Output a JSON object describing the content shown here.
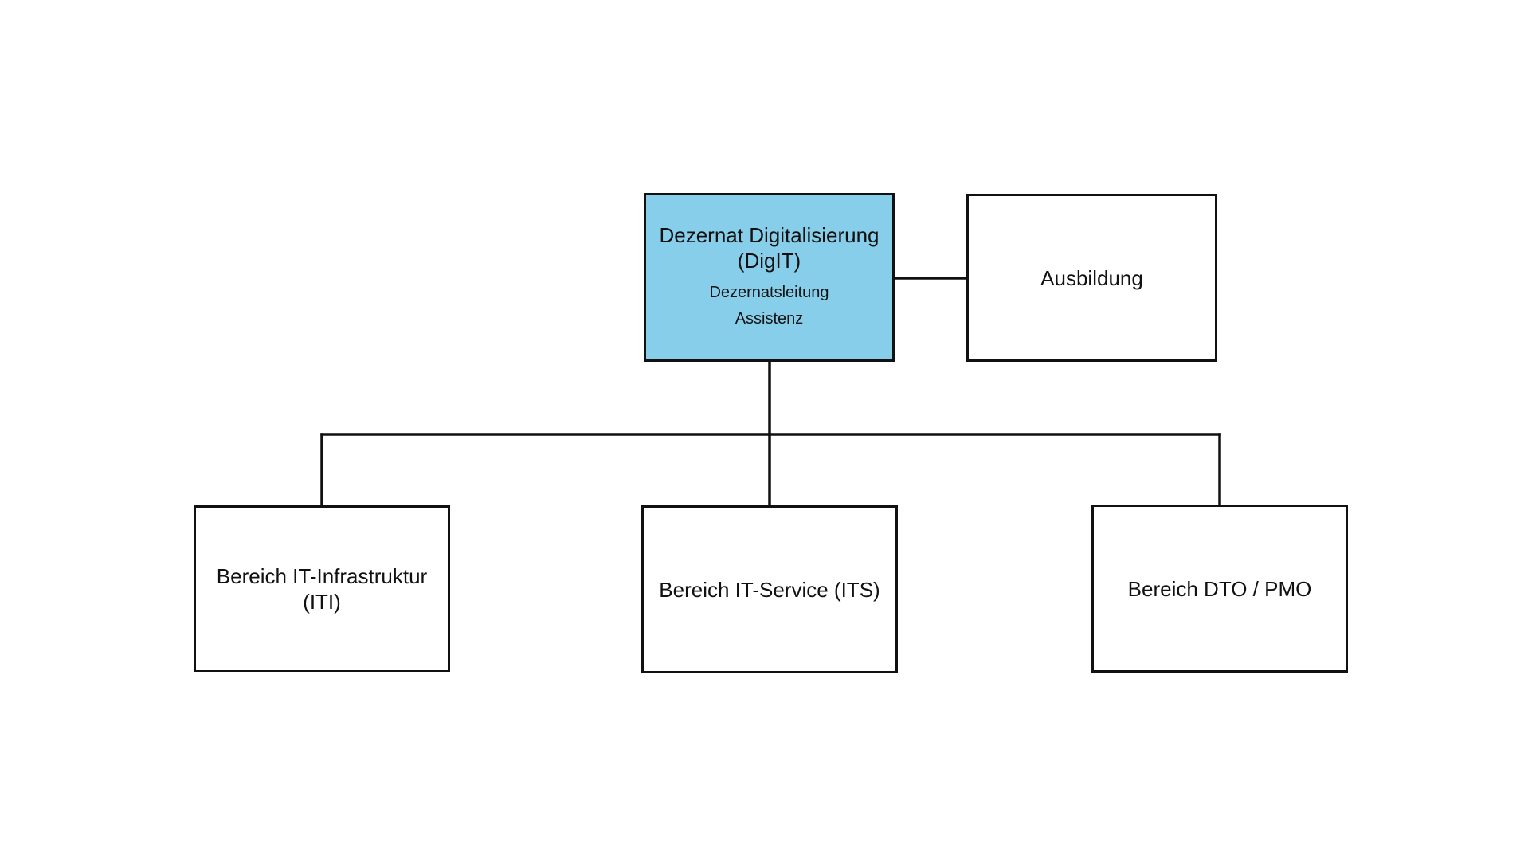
{
  "colors": {
    "root_fill": "#87ceeb",
    "box_fill": "#ffffff",
    "line": "#111111"
  },
  "root": {
    "title_line1": "Dezernat Digitalisierung",
    "title_line2": "(DigIT)",
    "sub1": "Dezernatsleitung",
    "sub2": "Assistenz"
  },
  "side": {
    "label": "Ausbildung"
  },
  "children": [
    {
      "line1": "Bereich IT-Infrastruktur",
      "line2": "(ITI)"
    },
    {
      "line1": "Bereich IT-Service (ITS)"
    },
    {
      "line1": "Bereich DTO / PMO"
    }
  ]
}
